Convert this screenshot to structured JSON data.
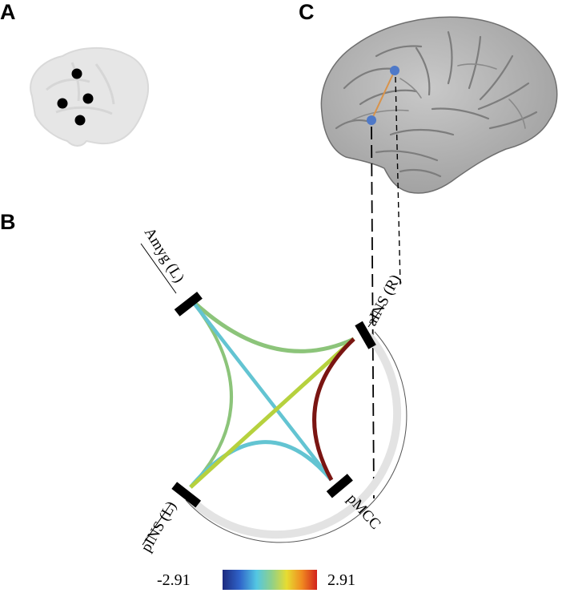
{
  "panels": {
    "a": "A",
    "b": "B",
    "c": "C"
  },
  "nodes": {
    "amyg": "Amyg (L)",
    "ains": "aINS (R)",
    "pmcc": "pMCC",
    "pins": "pINS (L)"
  },
  "colorbar": {
    "min": "-2.91",
    "max": "2.91"
  },
  "colors": {
    "green": "#8cc47a",
    "cyan": "#63c4d2",
    "yellow_green": "#b6d13e",
    "dark_red": "#7a1512",
    "node_black": "#000000",
    "brain_dot": "#4f79c8",
    "connection_orange": "#d9934a"
  }
}
